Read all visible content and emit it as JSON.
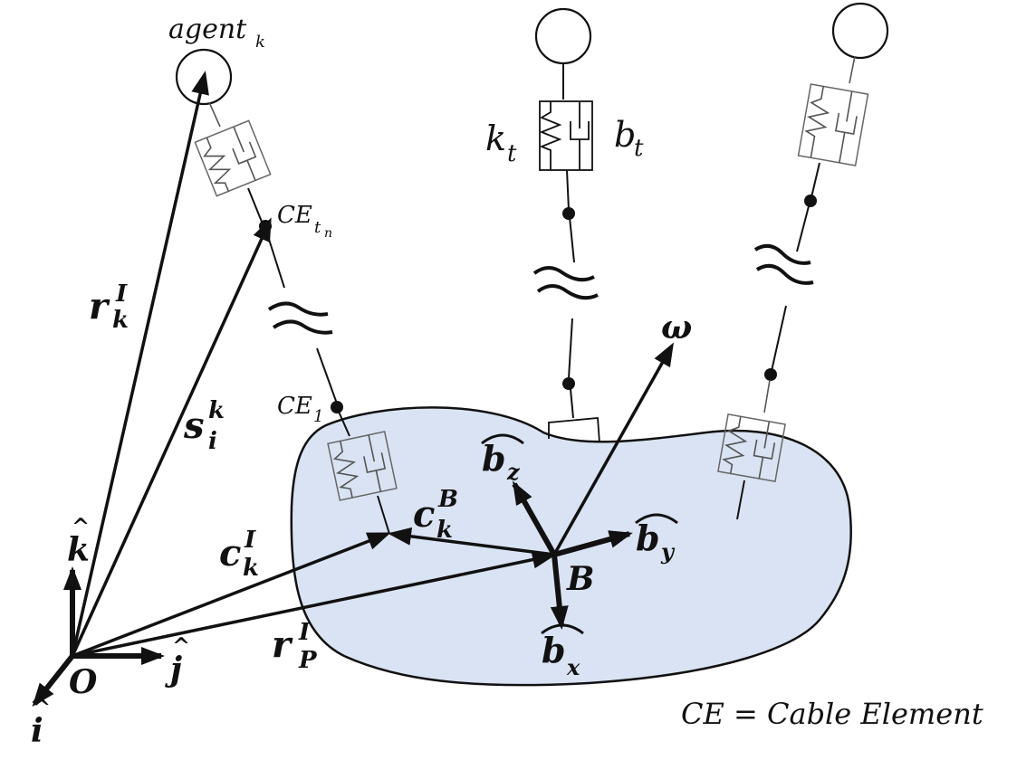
{
  "labels": {
    "agent": "agent",
    "agent_sub": "k",
    "ce_tn": "CE",
    "ce_tn_sub": "t",
    "ce_tn_subsub": "n",
    "ce_1": "CE",
    "ce_1_sub": "1",
    "k_t": "k",
    "k_t_sub": "t",
    "b_t": "b",
    "b_t_sub": "t",
    "omega": "ω",
    "r_k": "r",
    "r_k_sup": "I",
    "r_k_sub": "k",
    "s_i": "s",
    "s_i_sup": "k",
    "s_i_sub": "i",
    "c_k_I": "c",
    "c_k_I_sup": "I",
    "c_k_I_sub": "k",
    "c_k_B": "c",
    "c_k_B_sup": "B",
    "c_k_B_sub": "k",
    "r_P": "r",
    "r_P_sup": "I",
    "r_P_sub": "P",
    "b_z": "b",
    "b_z_sub": "z",
    "b_y": "b",
    "b_y_sub": "y",
    "b_x": "b",
    "b_x_sub": "x",
    "B": "B",
    "O": "O",
    "k_hat": "k",
    "j_hat": "j",
    "i_hat": "i",
    "legend": "CE = Cable Element"
  }
}
